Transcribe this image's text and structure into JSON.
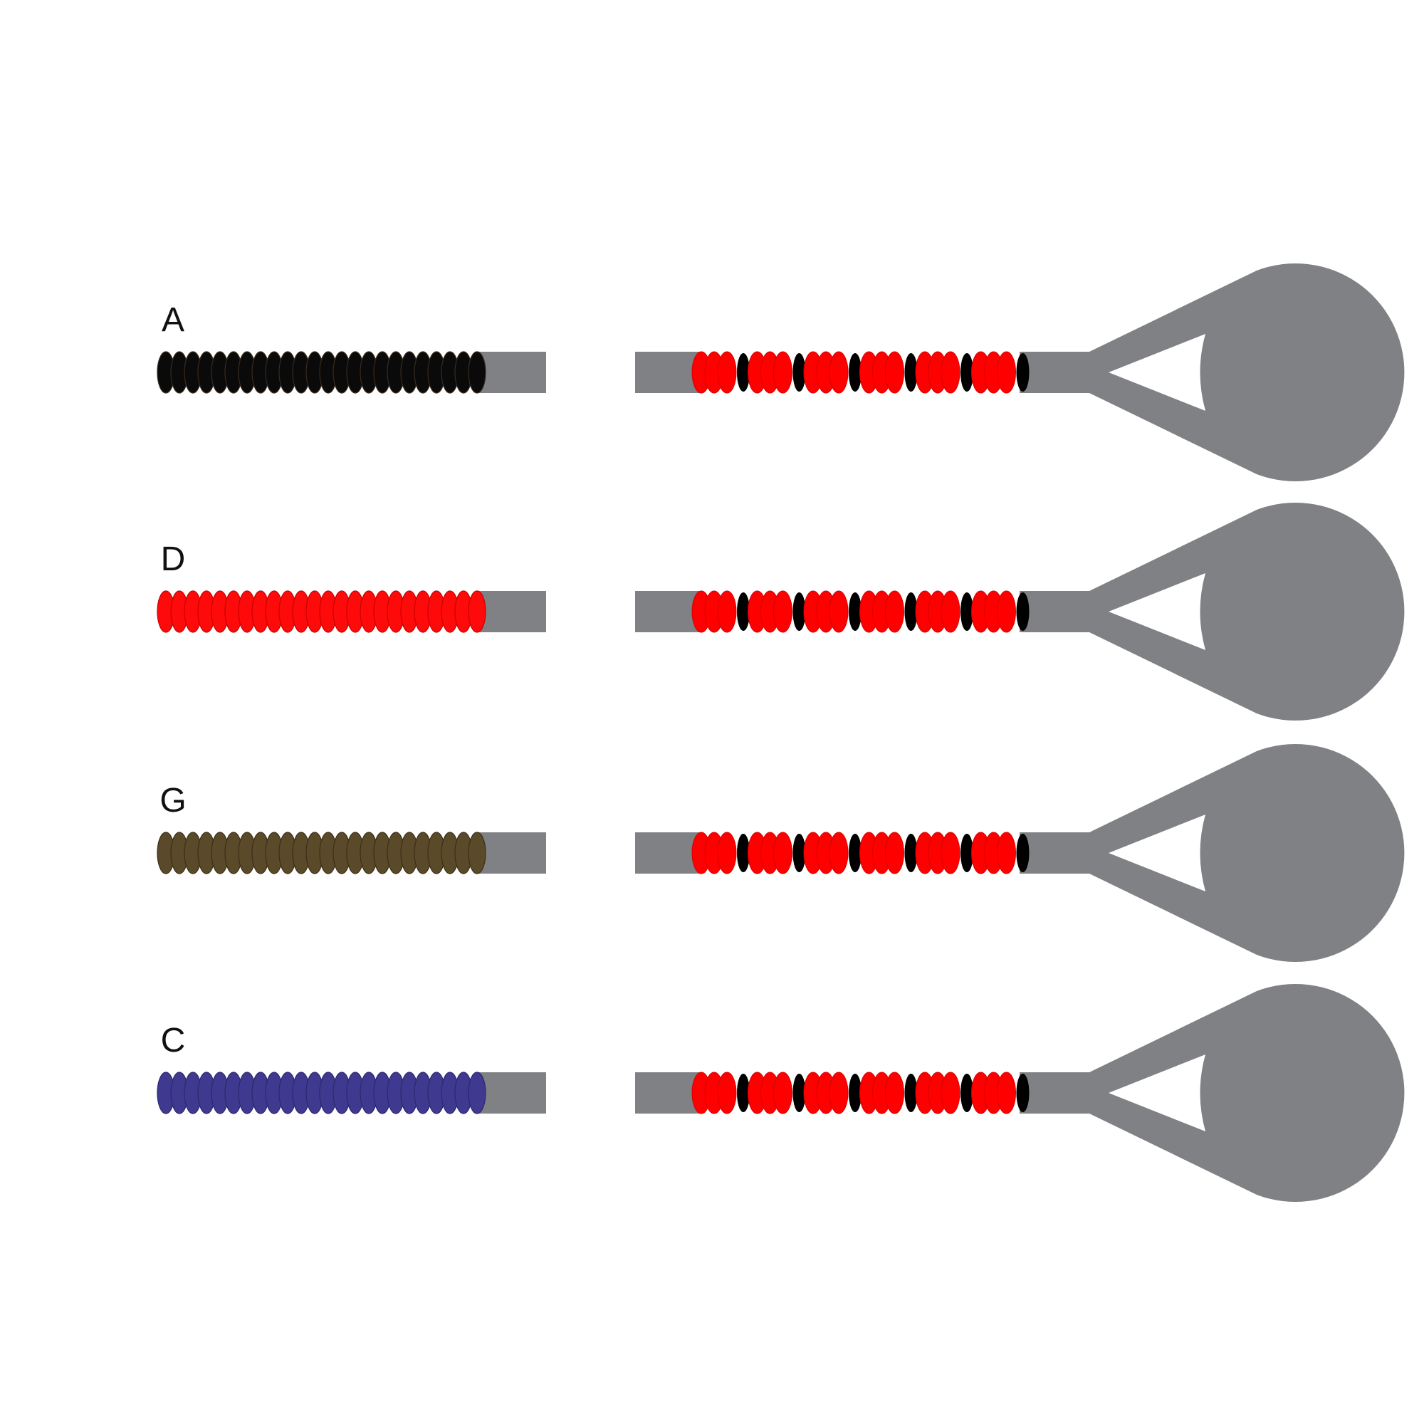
{
  "colors": {
    "background": "#ffffff",
    "stem": "#808184",
    "accent_red": "#ff0000",
    "accent_black": "#000000"
  },
  "rows": [
    {
      "label": "A",
      "left_bead_color": "#0a0a0a",
      "left_bead_stroke": "#3a2a1a"
    },
    {
      "label": "D",
      "left_bead_color": "#ff0a0a",
      "left_bead_stroke": "#c80000"
    },
    {
      "label": "G",
      "left_bead_color": "#5a4a2a",
      "left_bead_stroke": "#3b2f18"
    },
    {
      "label": "C",
      "left_bead_color": "#3f3a8f",
      "left_bead_stroke": "#2c2870"
    }
  ],
  "left_bead_count": 24,
  "right_pattern": {
    "group_count": 6,
    "red_per_group": 3
  },
  "icons": {
    "strand": "linear-bead-strand-icon",
    "hairpin": "hairpin-loop-icon"
  }
}
